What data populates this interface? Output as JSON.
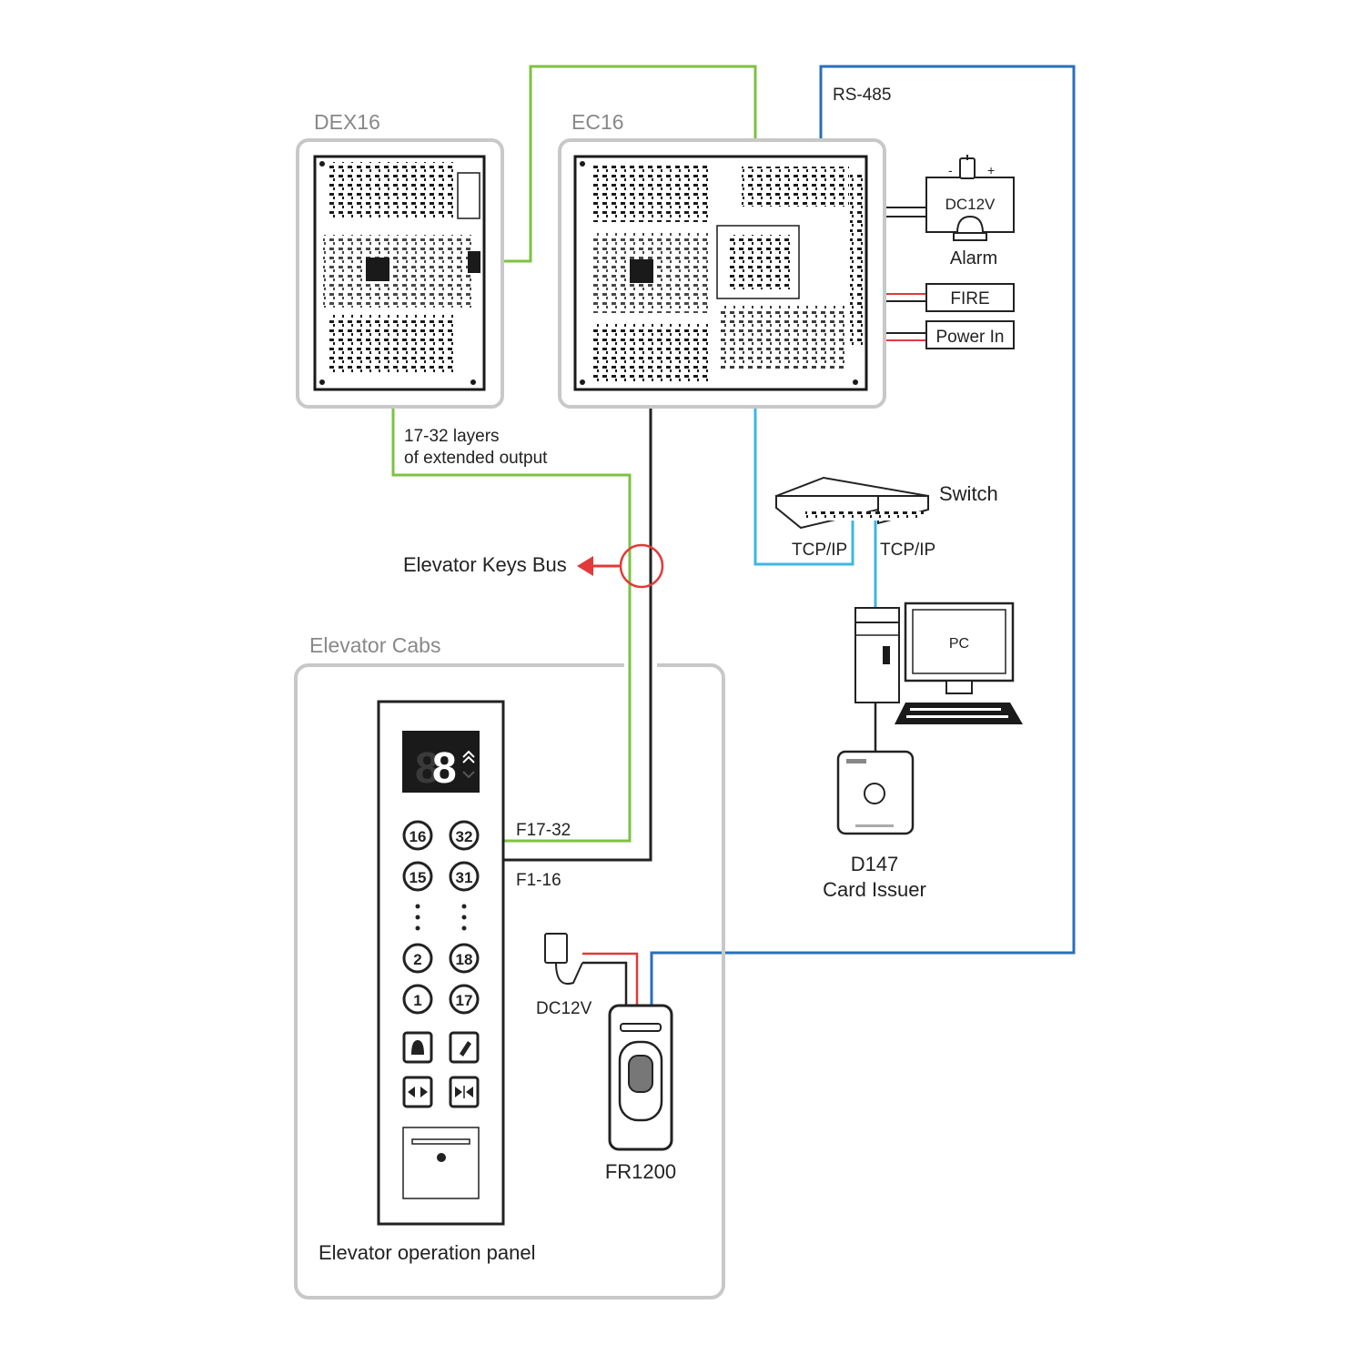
{
  "labels": {
    "dex16": "DEX16",
    "ec16": "EC16",
    "rs485": "RS-485",
    "dc12v_alarm": "DC12V",
    "alarm": "Alarm",
    "fire": "FIRE",
    "power_in": "Power In",
    "layers_line1": "17-32 layers",
    "layers_line2": "of extended output",
    "switch": "Switch",
    "tcpip_left": "TCP/IP",
    "tcpip_right": "TCP/IP",
    "elevator_keys_bus": "Elevator Keys Bus",
    "pc": "PC",
    "elevator_cabs": "Elevator Cabs",
    "f17_32": "F17-32",
    "f1_16": "F1-16",
    "d147": "D147",
    "card_issuer": "Card Issuer",
    "dc12v_reader": "DC12V",
    "fr1200": "FR1200",
    "elevator_panel": "Elevator operation panel"
  },
  "panel": {
    "display_digit": "8",
    "buttons_left": [
      "16",
      "15",
      "2",
      "1"
    ],
    "buttons_right": [
      "32",
      "31",
      "18",
      "17"
    ]
  },
  "colors": {
    "green_bus": "#7dc242",
    "blue_rs485": "#2a6ebb",
    "cyan_tcpip": "#3fb6e3",
    "black_bus": "#222222",
    "red_power": "#e03a3a",
    "container_gray": "#c8c8c8"
  },
  "icons": [
    "power-adapter-icon",
    "alarm-siren-icon",
    "network-switch-icon",
    "pc-tower-icon",
    "pc-monitor-icon",
    "keyboard-icon",
    "card-issuer-icon",
    "fingerprint-reader-icon",
    "bell-icon",
    "phone-icon",
    "door-open-icon",
    "door-close-icon",
    "arrow-left-icon"
  ]
}
